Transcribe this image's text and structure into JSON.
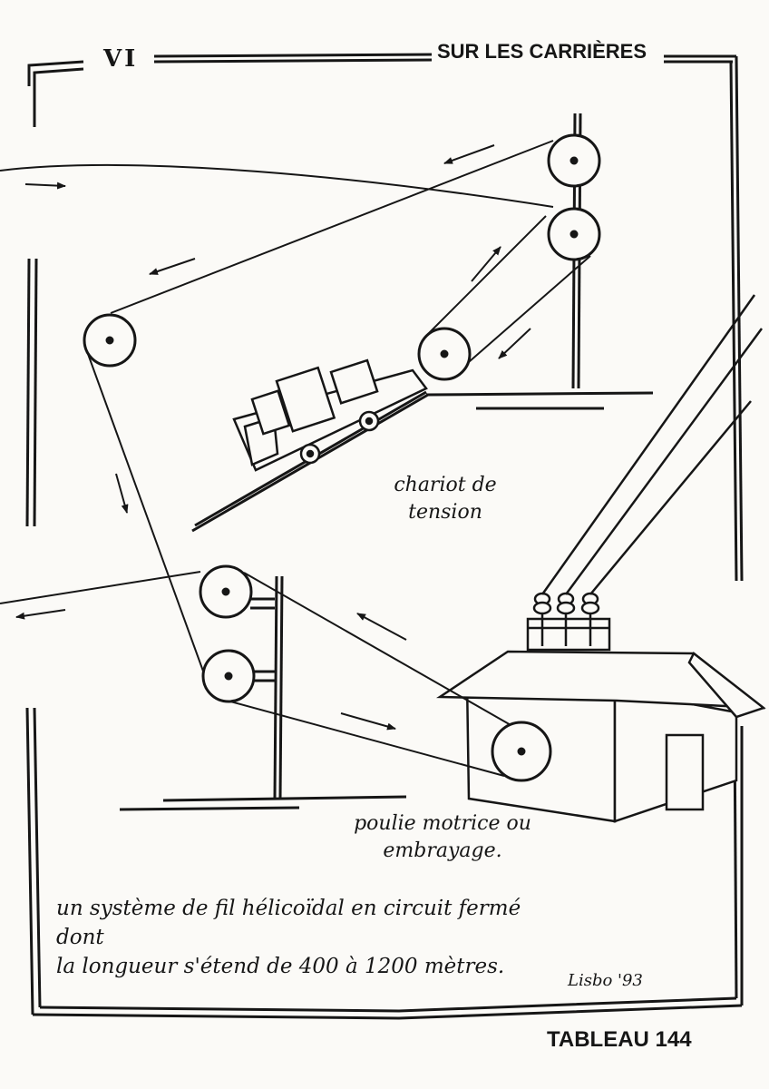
{
  "page": {
    "numeral": "VI",
    "header": "SUR LES CARRIÈRES",
    "footer": "TABLEAU 144",
    "signature": "Lisbo '93"
  },
  "labels": {
    "chariot": [
      "chariot de",
      "tension"
    ],
    "poulie": [
      "poulie motrice ou",
      "embrayage."
    ],
    "caption": [
      "un système de fil hélicoïdal en circuit fermé dont",
      "la longueur s'étend de 400 à 1200 mètres."
    ]
  },
  "colors": {
    "ink": "#161616",
    "paper": "#fbfaf7"
  }
}
